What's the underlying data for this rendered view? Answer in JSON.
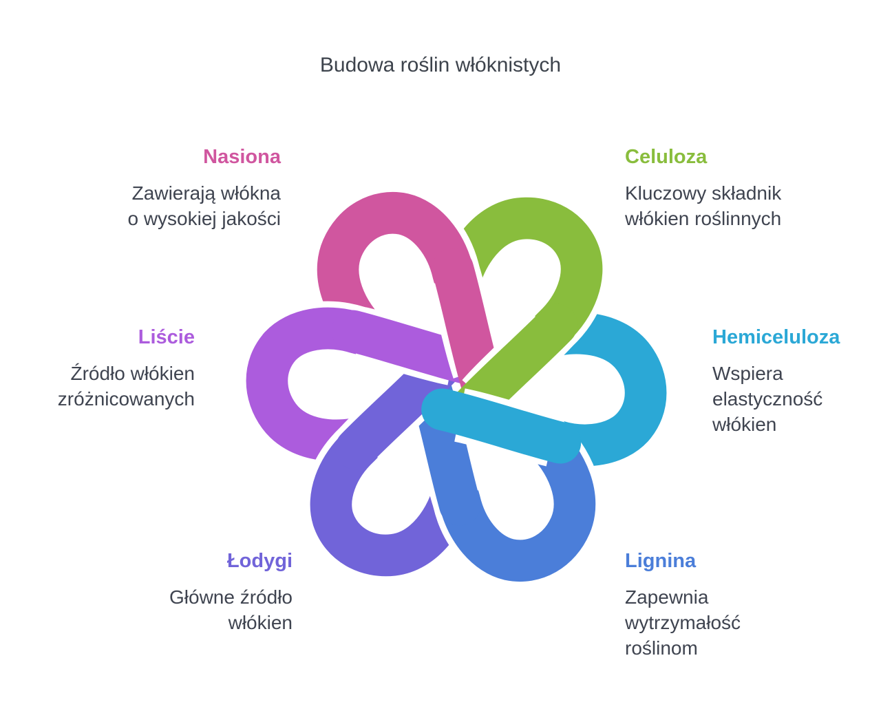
{
  "title": "Budowa roślin włóknistych",
  "colors": {
    "background": "#ffffff",
    "title_text": "#3d434c",
    "body_text": "#3f4450",
    "strand_gap": "#ffffff"
  },
  "topics": [
    {
      "id": "nasiona",
      "heading": "Nasiona",
      "description": "Zawierają włókna\no wysokiej jakości",
      "color": "#d0569f",
      "position": "top-left"
    },
    {
      "id": "celuloza",
      "heading": "Celuloza",
      "description": "Kluczowy składnik\nwłókien roślinnych",
      "color": "#89bd3d",
      "position": "top-right"
    },
    {
      "id": "liscie",
      "heading": "Liście",
      "description": "Źródło włókien\nzróżnicowanych",
      "color": "#ac5cdd",
      "position": "middle-left"
    },
    {
      "id": "hemiceluloza",
      "heading": "Hemiceluloza",
      "description": "Wspiera\nelastyczność\nwłókien",
      "color": "#2ba8d6",
      "position": "middle-right"
    },
    {
      "id": "lodygi",
      "heading": "Łodygi",
      "description": "Główne źródło\nwłókien",
      "color": "#7164d9",
      "position": "bottom-left"
    },
    {
      "id": "lignina",
      "heading": "Lignina",
      "description": "Zapewnia\nwytrzymałość\nroślinom",
      "color": "#4b7ed9",
      "position": "bottom-right"
    }
  ]
}
